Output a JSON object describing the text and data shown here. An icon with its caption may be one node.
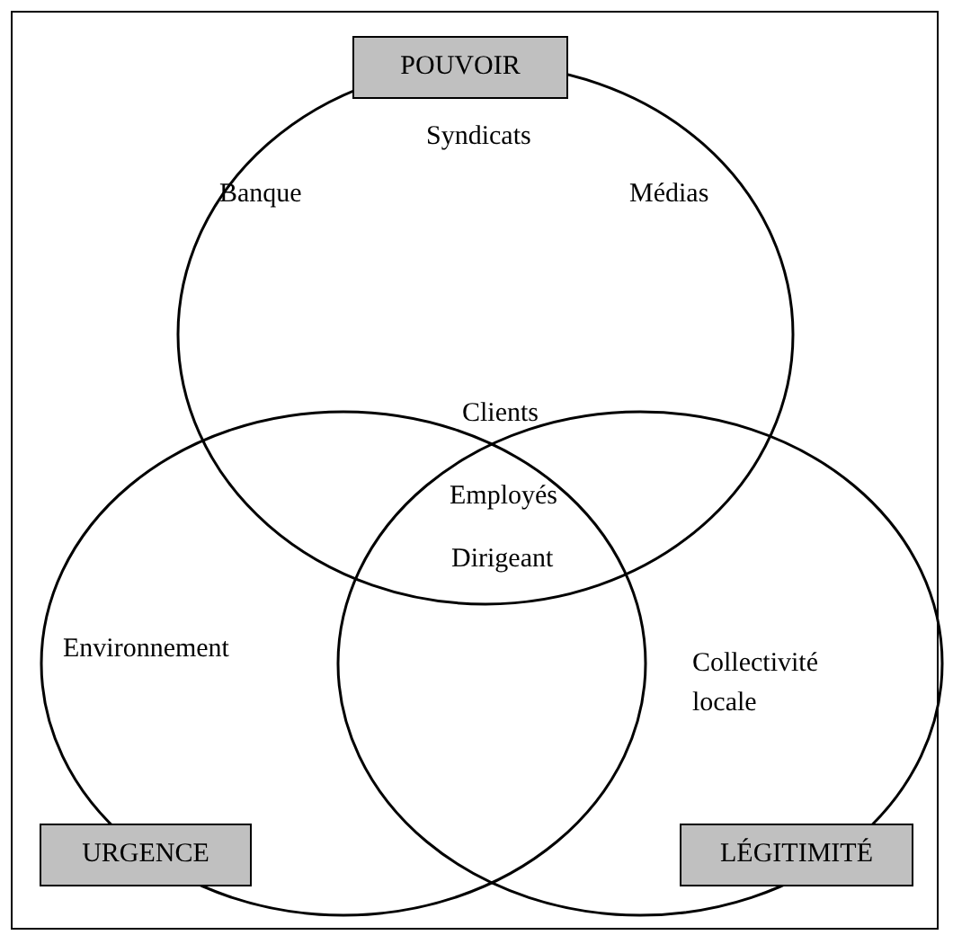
{
  "diagram": {
    "nodes": [
      {
        "text": [
          "POUVOIR"
        ]
      },
      {
        "text": [
          "URGENCE"
        ]
      },
      {
        "text": [
          "LÉGITIMITÉ"
        ]
      }
    ],
    "labels": [
      "Syndicats",
      "Banque",
      "Médias",
      "Clients",
      "Employés",
      "Dirigeant",
      "Environnement",
      "Collectivité locale"
    ]
  }
}
